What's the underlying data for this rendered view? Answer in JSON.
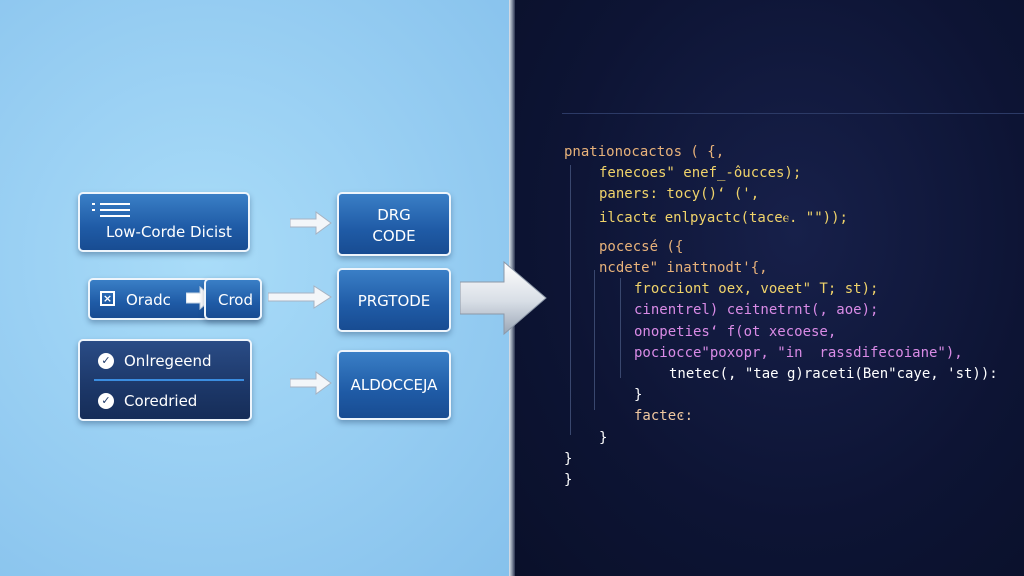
{
  "left_boxes": [
    {
      "text": "Low-Corde Dicist"
    },
    {
      "text": "Oradc",
      "sub_text": "Crod"
    },
    {
      "items": [
        "Onlregeend",
        "Coredried"
      ]
    }
  ],
  "middle_boxes": [
    {
      "line1": "DRG",
      "line2": "CODE"
    },
    {
      "text": "PRGTODE"
    },
    {
      "text": "ALDOCCEJA"
    }
  ],
  "code_lines": [
    {
      "indent": 0,
      "color": "#e8b27a",
      "text": "pnationocactos ( {,"
    },
    {
      "indent": 1,
      "color": "#f0d36a",
      "text": "fenecoes\" enef_-ôucces);"
    },
    {
      "indent": 1,
      "color": "#f0d36a",
      "text": "paners: tocy()ʻ (',"
    },
    {
      "indent": 1,
      "color": "#f0d36a",
      "text": "ilcactꞓ enlpyactc(taceⲉ. \"\"));"
    },
    {
      "indent": 1,
      "color": "#e8b27a",
      "text": "pocecsé ({"
    },
    {
      "indent": 1,
      "color": "#e8b27a",
      "text": "ncdete\" inattnodt'{,"
    },
    {
      "indent": 2,
      "color": "#f0d36a",
      "text": "frocciont oex, voeet\" T; st);"
    },
    {
      "indent": 2,
      "color": "#d98be6",
      "text": "cinentrel) ceitnetrnt(, aoe);"
    },
    {
      "indent": 2,
      "color": "#d98be6",
      "text": "onopetiesʻ f(ot xecoese,"
    },
    {
      "indent": 2,
      "color": "#d98be6",
      "text": "pociocce\"poxopr, \"in  rassdifecoiane\"),"
    },
    {
      "indent": 3,
      "color": "#ffffff",
      "text": "tnetec(, \"tae g)raceti(Ben\"caye, 'st)):"
    },
    {
      "indent": 2,
      "color": "#ffffff",
      "text": "}"
    },
    {
      "indent": 2,
      "color": "#f0c8a0",
      "text": "facteͼ:"
    },
    {
      "indent": 1,
      "color": "#ffffff",
      "text": "}"
    },
    {
      "indent": 0,
      "color": "#ffffff",
      "text": "}"
    },
    {
      "indent": 0,
      "color": "#ffffff",
      "text": "}"
    }
  ],
  "colors": {
    "panel_left": "#96cdf2",
    "panel_right": "#0d1434",
    "box_blue": "#1f5ba6",
    "box_navy": "#1c3768"
  },
  "icons": [
    "menu-icon",
    "close-box-icon",
    "arrow-right-icon",
    "check-circle-icon",
    "big-arrow-icon"
  ]
}
